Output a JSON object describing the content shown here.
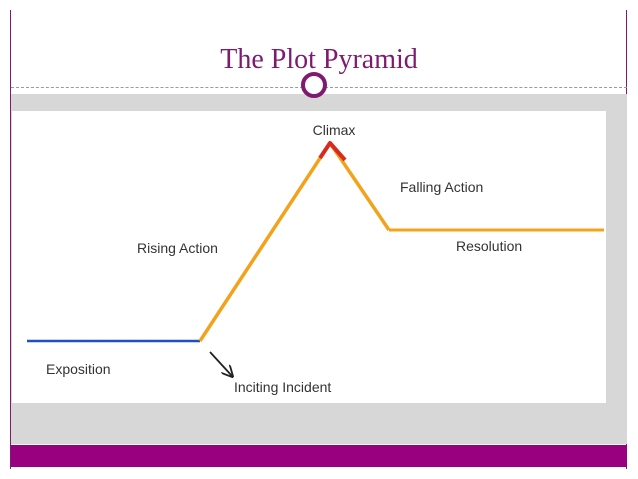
{
  "slide": {
    "title": "The Plot Pyramid"
  },
  "diagram": {
    "labels": {
      "climax": "Climax",
      "falling_action": "Falling Action",
      "rising_action": "Rising Action",
      "resolution": "Resolution",
      "exposition": "Exposition",
      "inciting_incident": "Inciting Incident"
    },
    "colors": {
      "exposition_line": "#1f4fc8",
      "plot_line": "#f2a31b",
      "climax_peak": "#d62b1e",
      "accent": "#7e1a6f",
      "bottom_bar": "#990080"
    }
  }
}
